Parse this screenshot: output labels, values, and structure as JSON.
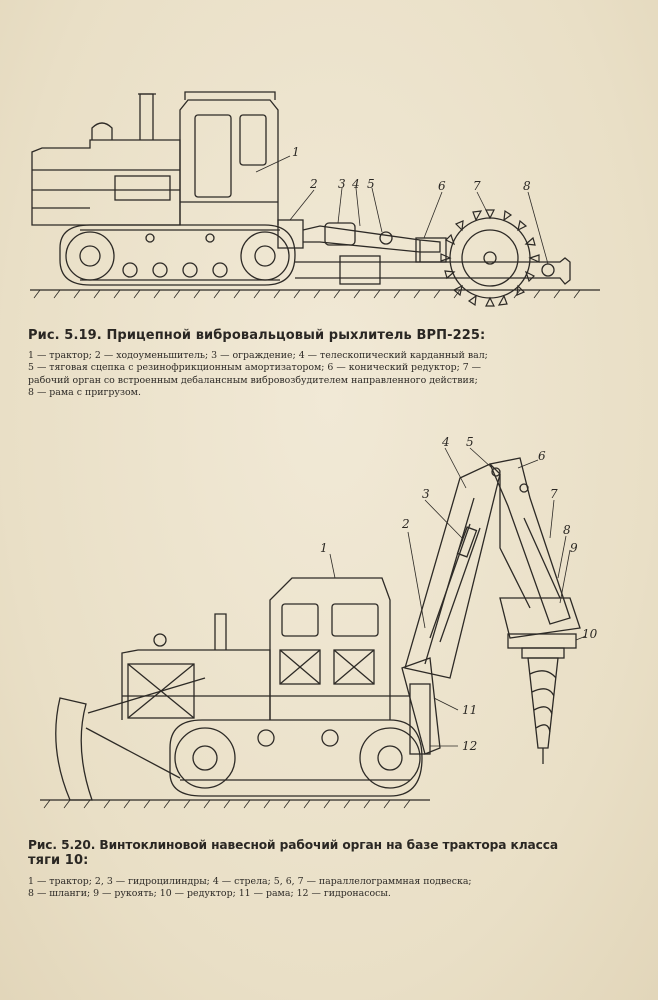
{
  "figure1": {
    "labels": [
      "1",
      "2",
      "3",
      "4",
      "5",
      "6",
      "7",
      "8"
    ],
    "caption_title": "Рис. 5.19. Прицепной вибровальцовый рыхлитель ВРП-225:",
    "legend_lines": [
      "1 — трактор; 2 — ходоуменьшитель; 3 — ограждение; 4 — телескопический карданный вал;",
      "5 — тяговая сцепка с резинофрикционным амортизатором; 6 — конический редуктор; 7 —",
      "рабочий орган со встроенным дебалансным вибровозбудителем направленного действия;",
      "8 — рама с пригрузом."
    ]
  },
  "figure2": {
    "labels": [
      "1",
      "2",
      "3",
      "4",
      "5",
      "6",
      "7",
      "8",
      "9",
      "10",
      "11",
      "12"
    ],
    "caption_title_line1": "Рис. 5.20. Винтоклиновой навесной рабочий орган на базе трактора   класса",
    "caption_title_line2": "тяги 10:",
    "legend_lines": [
      "1 — трактор; 2, 3 — гидроцилиндры; 4 — стрела; 5, 6, 7 — параллелограммная подвеска;",
      "8 — шланги; 9 — рукоять; 10 — редуктор; 11 — рама; 12 — гидронасосы."
    ]
  }
}
